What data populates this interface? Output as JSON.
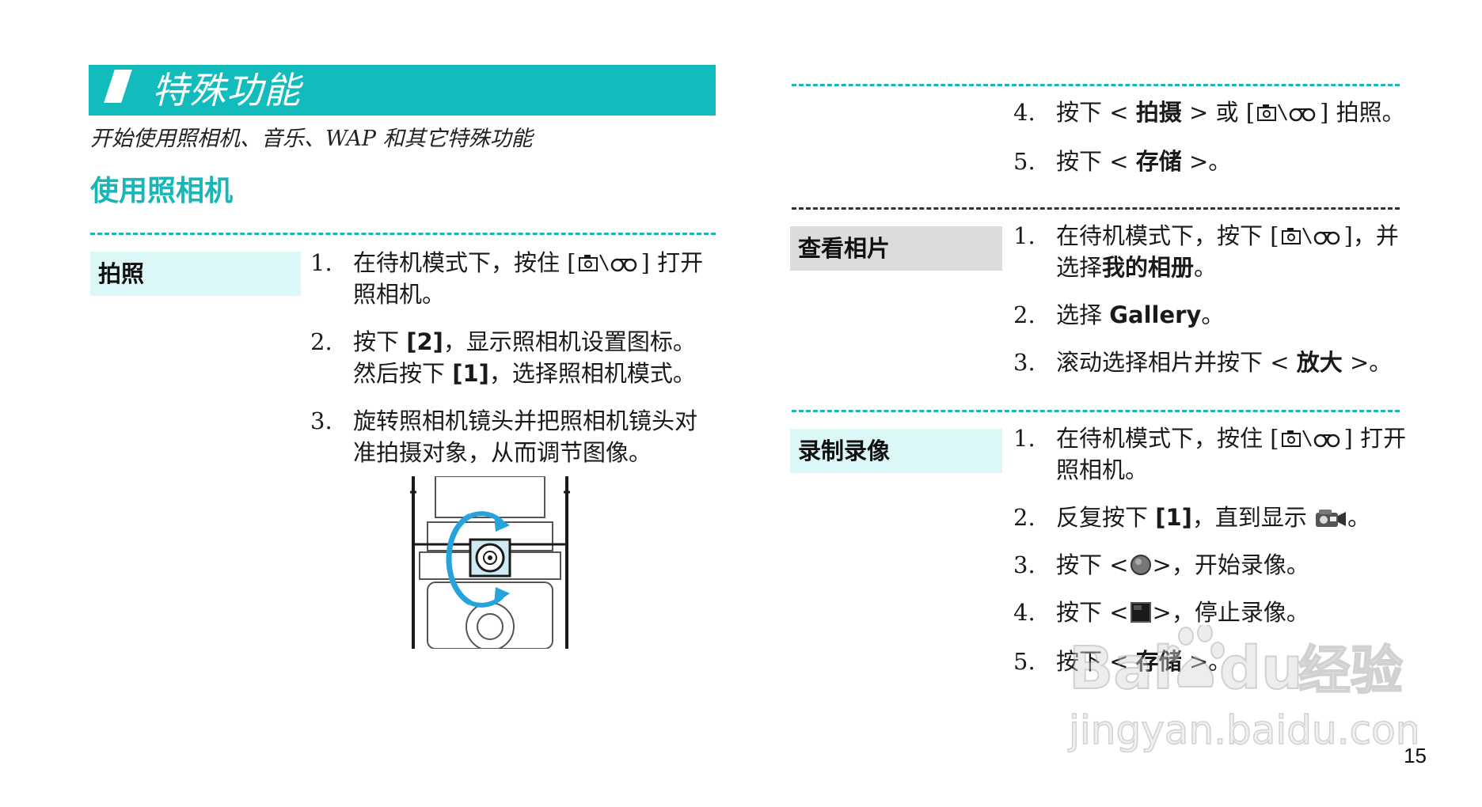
{
  "header": {
    "title": "特殊功能"
  },
  "subtitle": "开始使用照相机、音乐、WAP 和其它特殊功能",
  "section_title": "使用照相机",
  "left": {
    "label": "拍照",
    "steps": [
      {
        "num": "1.",
        "line1_pre": "在待机模式下，按住 [",
        "line1_post": "] 打开",
        "line2": "照相机。"
      },
      {
        "num": "2.",
        "line1_pre": "按下 ",
        "key1": "[2]",
        "line1_post": "，显示照相机设置图标。",
        "line2_pre": "然后按下 ",
        "key2": "[1]",
        "line2_post": "，选择照相机模式。"
      },
      {
        "num": "3.",
        "line1": "旋转照相机镜头并把照相机镜头对",
        "line2": "准拍摄对象，从而调节图像。"
      }
    ]
  },
  "right_top": {
    "steps": [
      {
        "num": "4.",
        "pre": "按下 < ",
        "bold": "拍摄",
        "mid": " > 或 [",
        "post": "] 拍照。"
      },
      {
        "num": "5.",
        "pre": "按下 < ",
        "bold": "存储",
        "post": " >。"
      }
    ]
  },
  "view_photos": {
    "label": "查看相片",
    "steps": [
      {
        "num": "1.",
        "line1_pre": "在待机模式下，按下 [",
        "line1_post": "]，并",
        "line2_pre": "选择",
        "line2_bold": "我的相册",
        "line2_post": "。"
      },
      {
        "num": "2.",
        "pre": "选择 ",
        "bold": "Gallery",
        "post": "。"
      },
      {
        "num": "3.",
        "pre": "滚动选择相片并按下 < ",
        "bold": "放大",
        "post": " >。"
      }
    ]
  },
  "record_video": {
    "label": "录制录像",
    "steps": [
      {
        "num": "1.",
        "line1_pre": "在待机模式下，按住 [",
        "line1_post": "] 打开",
        "line2": "照相机。"
      },
      {
        "num": "2.",
        "pre": "反复按下 ",
        "bold": "[1]",
        "post": "，直到显示 ",
        "end": "。"
      },
      {
        "num": "3.",
        "pre": "按下 <",
        "post": ">，开始录像。"
      },
      {
        "num": "4.",
        "pre": "按下 <",
        "post": ">，停止录像。"
      },
      {
        "num": "5.",
        "pre": "按下 < ",
        "bold": "存储",
        "post": " >。"
      }
    ]
  },
  "page_number": "15",
  "watermark": {
    "brand": "Baidu经验",
    "url": "jingyan.baidu.com"
  },
  "colors": {
    "accent": "#12bcbc",
    "label_cyan": "#dcf7f7",
    "label_gray": "#dcdcdc"
  },
  "icons": [
    "camera-key-icon",
    "video-camera-icon",
    "record-circle-icon",
    "stop-square-icon"
  ]
}
